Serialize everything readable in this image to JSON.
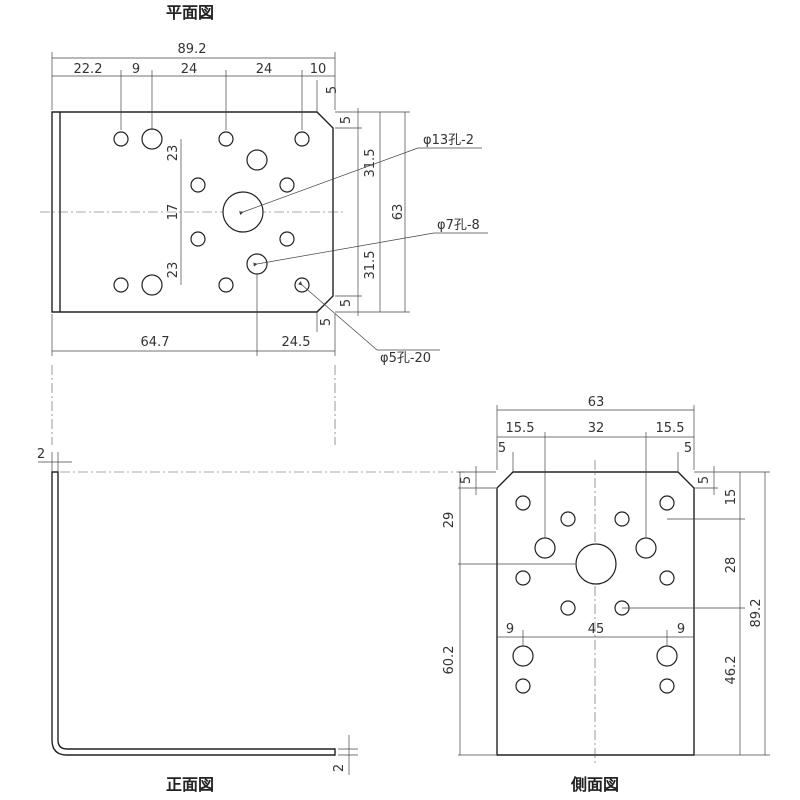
{
  "views": {
    "plan_title": "平面図",
    "front_title": "正面図",
    "side_title": "側面図"
  },
  "plan": {
    "overall_width": "89.2",
    "seg1": "22.2",
    "seg2": "9",
    "seg3": "24",
    "seg4": "24",
    "seg5": "10",
    "chamfer_top": "5",
    "chamfer_side_top": "5",
    "chamfer_side_bottom": "5",
    "chamfer_bottom": "5",
    "v_top": "23",
    "v_mid": "17",
    "v_bot": "23",
    "half_top": "31.5",
    "half_bot": "31.5",
    "height": "63",
    "hole13": "φ13孔-2",
    "hole7": "φ7孔-8",
    "hole5": "φ5孔-20",
    "bottom_left": "64.7",
    "bottom_right": "24.5"
  },
  "front": {
    "thickness_top": "2",
    "thickness_bottom": "2"
  },
  "side": {
    "width": "63",
    "seg_left": "15.5",
    "seg_mid": "32",
    "seg_right": "15.5",
    "chamfer_tl": "5",
    "chamfer_tr": "5",
    "chamfer_lv": "5",
    "chamfer_rv": "5",
    "left_29": "29",
    "left_60": "60.2",
    "right_15": "15",
    "right_28": "28",
    "right_46": "46.2",
    "right_total": "89.2",
    "bot_9a": "9",
    "bot_45": "45",
    "bot_9b": "9"
  }
}
